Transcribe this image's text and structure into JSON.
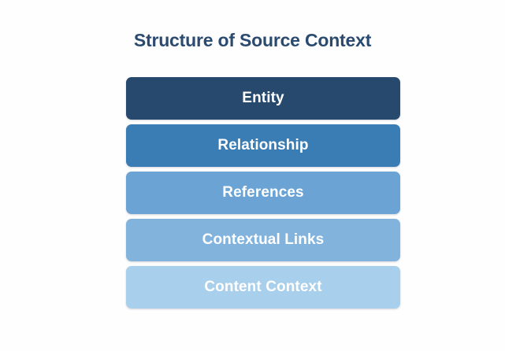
{
  "background_color": "#fefefe",
  "title": {
    "text": "Structure of Source Context",
    "color": "#2b4a6f"
  },
  "chart_data": {
    "type": "bar",
    "orientation": "stacked-horizontal-bands",
    "title": "Structure of Source Context",
    "xlabel": "",
    "ylabel": "",
    "grid": false,
    "legend": "none",
    "categories": [
      "Entity",
      "Relationship",
      "References",
      "Contextual Links",
      "Content Context"
    ],
    "values": [
      1,
      1,
      1,
      1,
      1
    ],
    "colors": [
      "#27496d",
      "#3a7cb4",
      "#6aa3d4",
      "#82b3dd",
      "#a8cfeb"
    ],
    "bars": [
      {
        "rank": 1,
        "label": "Entity",
        "color": "#27496d",
        "text_color": "#ffffff"
      },
      {
        "rank": 2,
        "label": "Relationship",
        "color": "#3a7cb4",
        "text_color": "#ffffff"
      },
      {
        "rank": 3,
        "label": "References",
        "color": "#6aa3d4",
        "text_color": "#ffffff"
      },
      {
        "rank": 4,
        "label": "Contextual Links",
        "color": "#82b3dd",
        "text_color": "#ffffff"
      },
      {
        "rank": 5,
        "label": "Content Context",
        "color": "#a8cfeb",
        "text_color": "#ffffff"
      }
    ]
  }
}
